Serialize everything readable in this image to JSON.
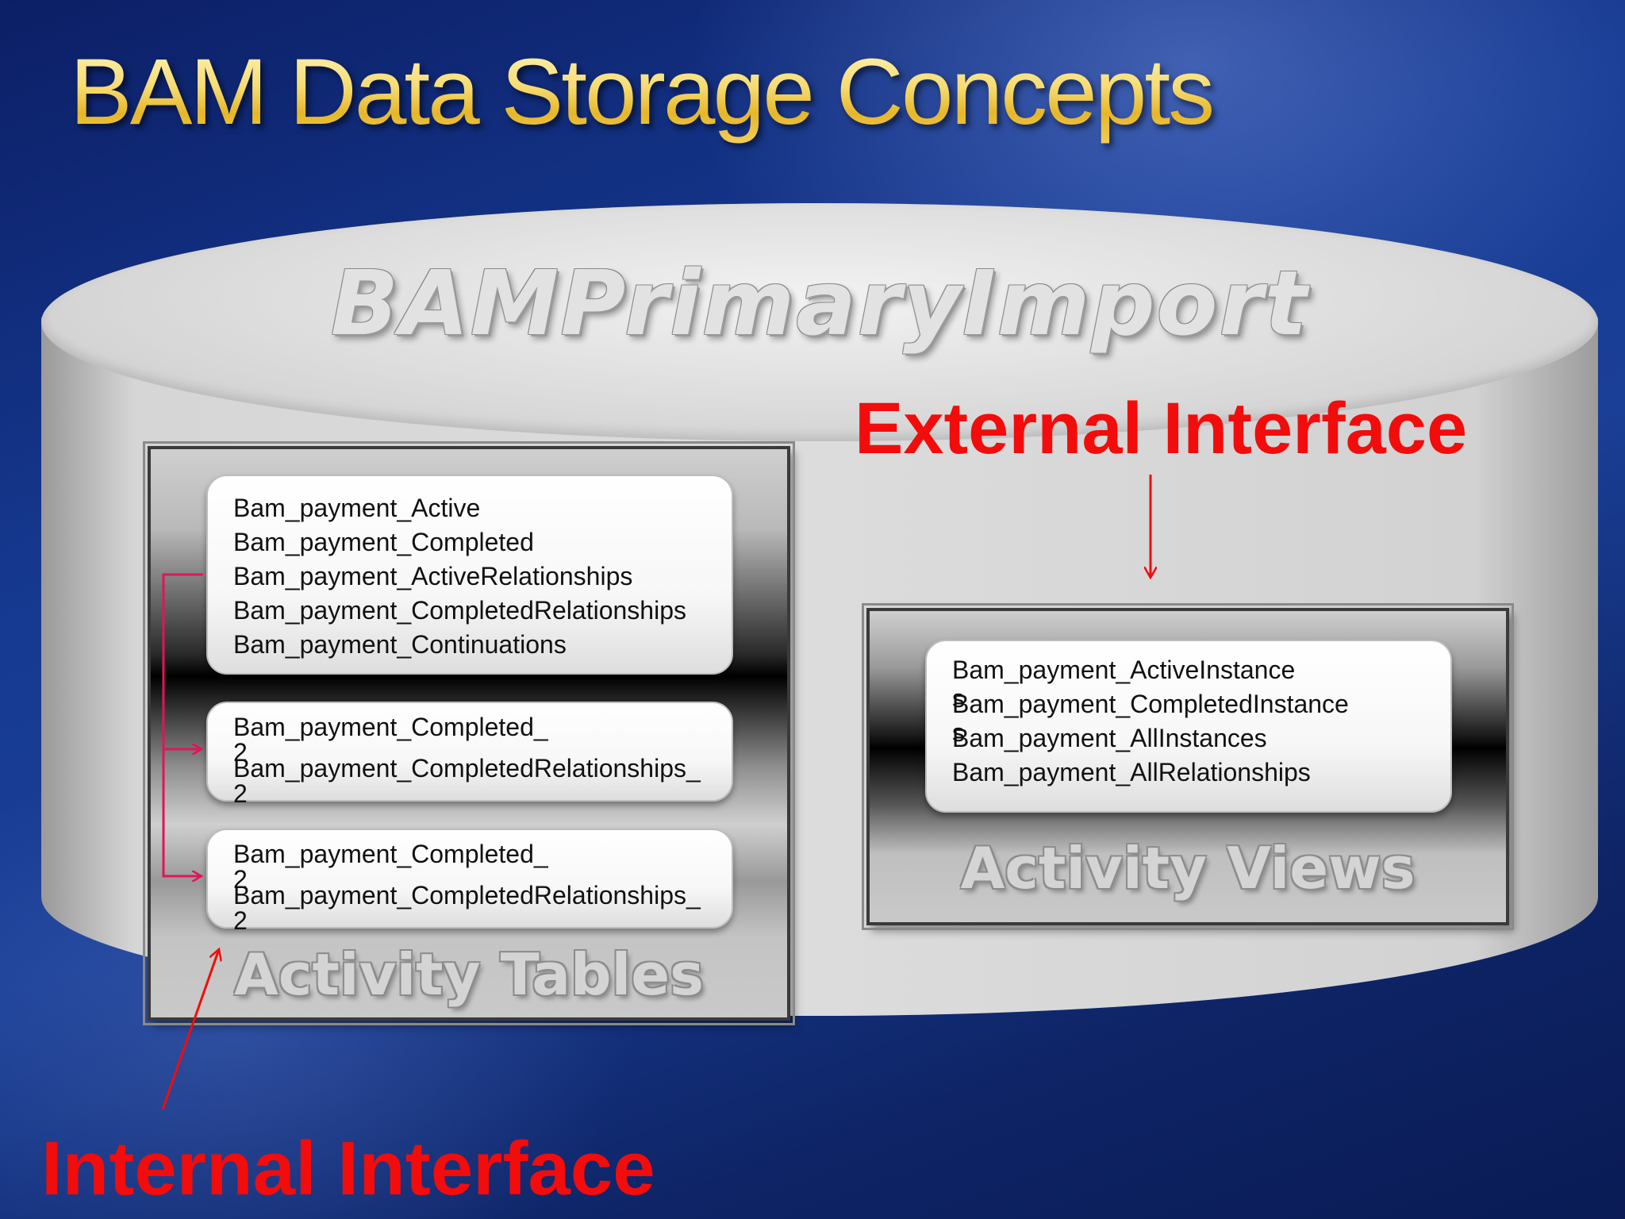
{
  "slide": {
    "title": "BAM Data Storage Concepts",
    "database": {
      "name": "BAMPrimaryImport"
    },
    "activity_tables": {
      "label": "Activity Tables",
      "main_card": [
        "Bam_payment_Active",
        "Bam_payment_Completed",
        "Bam_payment_ActiveRelationships",
        "Bam_payment_CompletedRelationships",
        "Bam_payment_Continuations"
      ],
      "partition_card_1": [
        "Bam_payment_Completed_",
        "2",
        "Bam_payment_CompletedRelationships_",
        "2"
      ],
      "partition_card_2": [
        "Bam_payment_Completed_",
        "2",
        "Bam_payment_CompletedRelationships_",
        "2"
      ]
    },
    "activity_views": {
      "label": "Activity Views",
      "card": [
        "Bam_payment_ActiveInstance",
        "s",
        "Bam_payment_CompletedInstance",
        "s",
        "Bam_payment_AllInstances",
        "Bam_payment_AllRelationships"
      ]
    },
    "annotations": {
      "external": "External Interface",
      "internal": "Internal Interface"
    },
    "colors": {
      "title": "#f6dc72",
      "annotation": "#f20c0c",
      "connector": "#e0155a",
      "background": "#163a92"
    }
  }
}
